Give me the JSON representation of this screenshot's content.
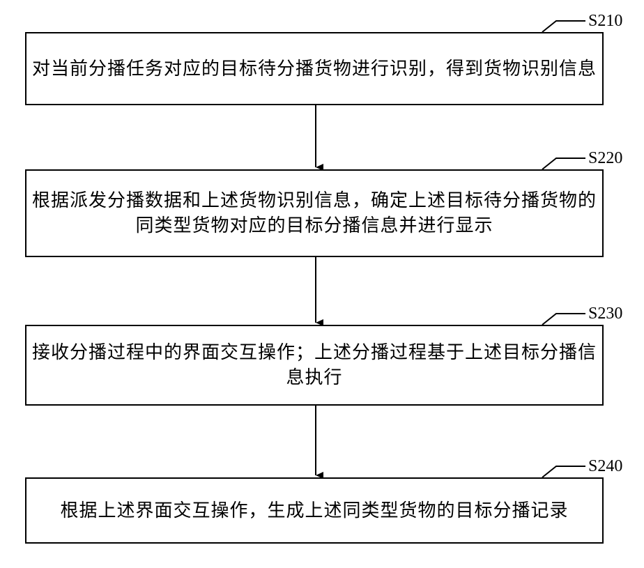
{
  "steps": [
    {
      "id": "S210",
      "text": "对当前分播任务对应的目标待分播货物进行识别，得到货物识别信息"
    },
    {
      "id": "S220",
      "text": "根据派发分播数据和上述货物识别信息，确定上述目标待分播货物的同类型货物对应的目标分播信息并进行显示"
    },
    {
      "id": "S230",
      "text": "接收分播过程中的界面交互操作；上述分播过程基于上述目标分播信息执行"
    },
    {
      "id": "S240",
      "text": "根据上述界面交互操作，生成上述同类型货物的目标分播记录"
    }
  ]
}
